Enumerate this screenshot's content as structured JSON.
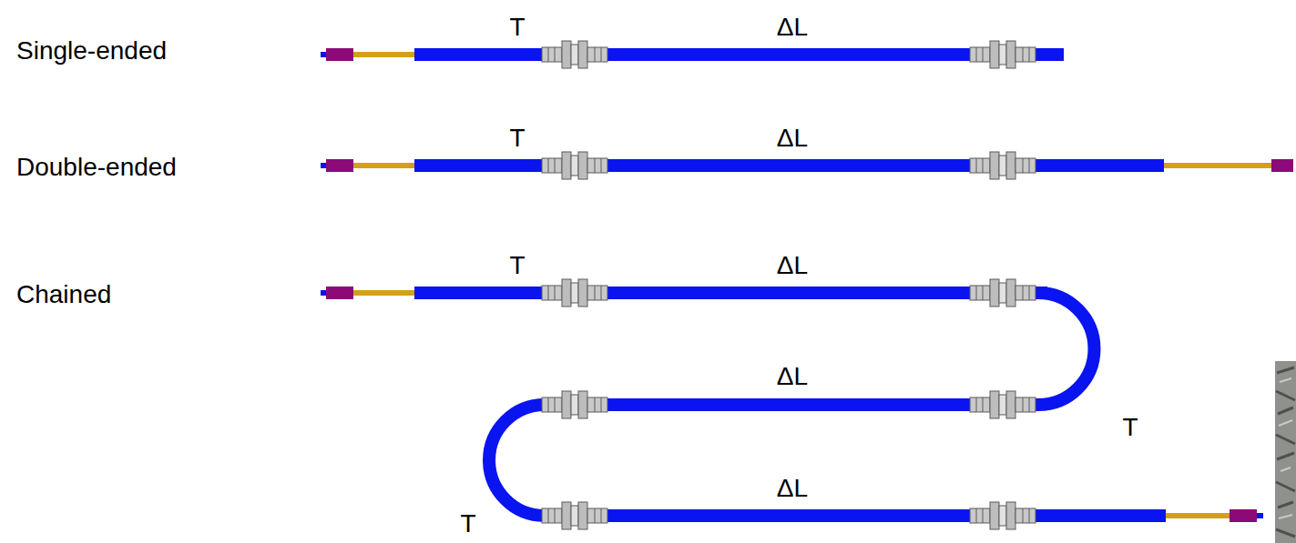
{
  "diagram": {
    "labels": [
      "Single-ended",
      "T",
      "ΔL",
      "Double-ended",
      "T",
      "ΔL",
      "Chained",
      "T",
      "ΔL",
      "ΔL",
      "T",
      "T",
      "ΔL"
    ]
  }
}
